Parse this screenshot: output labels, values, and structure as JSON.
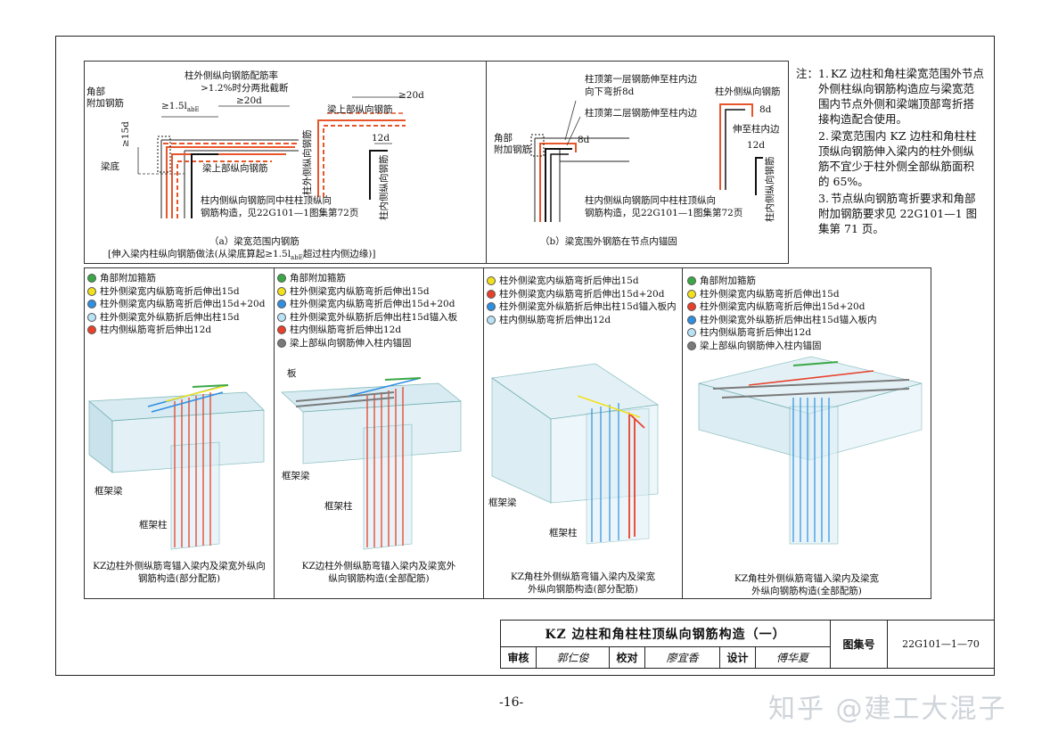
{
  "colors": {
    "green": "#3aa845",
    "yellow": "#f2e01c",
    "blue": "#2f8fe0",
    "lightblue": "#b8e2f5",
    "red": "#e8402a",
    "gray": "#7a7a7a",
    "rebar_red": "#e8552a",
    "concrete": "#cfe6f0"
  },
  "diagram_a": {
    "label_corner_rebar": "角部\n附加钢筋",
    "label_ratio": "柱外侧纵向钢筋配筋率",
    "label_ratio2": ">1.2%时分两批截断",
    "label_dim_lae": "≥1.5l",
    "label_dim_lae_sub": "abE",
    "label_20d": "≥20d",
    "label_beam_bottom": "梁底",
    "label_15d": "≥15d",
    "label_beam_top": "梁上部纵向钢筋",
    "label_inner1": "柱内侧纵向钢筋同中柱柱顶纵向",
    "label_inner2": "钢筋构造，见22G101—1图集第72页",
    "label_beam_top2": "梁上部纵向钢筋",
    "label_20d_2": "≥20d",
    "label_outer": "柱外侧纵向钢筋",
    "label_12d": "12d",
    "label_inner_v": "柱内侧纵向钢筋",
    "caption1": "（a）梁宽范围内钢筋",
    "caption2": "[伸入梁内柱纵向钢筋做法(从梁底算起≥1.5l",
    "caption2_sub": "abE",
    "caption2_tail": "超过柱内侧边缘)]"
  },
  "diagram_b": {
    "label_top1": "柱顶第一层钢筋伸至柱内边",
    "label_top1b": "向下弯折8d",
    "label_top2": "柱顶第二层钢筋伸至柱内边",
    "label_corner": "角部\n附加钢筋",
    "label_8d": "8d",
    "label_outer": "柱外侧纵向钢筋",
    "label_8d_2": "8d",
    "label_to_inner": "伸至柱内边",
    "label_12d": "12d",
    "label_inner_v": "柱内侧纵向钢筋",
    "label_inner1": "柱内侧纵向钢筋同中柱柱顶纵向",
    "label_inner2": "钢筋构造，见22G101—1图集第72页",
    "caption": "（b）梁宽围外钢筋在节点内锚固"
  },
  "notes": {
    "prefix": "注：",
    "items": [
      {
        "num": "1.",
        "text": "KZ 边柱和角柱梁宽范围外节点外侧柱纵向钢筋构造应与梁宽范围内节点外侧和梁端顶部弯折搭接构造配合使用。"
      },
      {
        "num": "2.",
        "text": "梁宽范围内 KZ 边柱和角柱柱顶纵向钢筋伸入梁内的柱外侧纵筋不宜少于柱外侧全部纵筋面积的 65%。"
      },
      {
        "num": "3.",
        "text": "节点纵向钢筋弯折要求和角部附加钢筋要求见 22G101—1 图集第 71 页。"
      }
    ]
  },
  "panels": [
    {
      "legend": [
        {
          "color": "green",
          "text": "角部附加箍筋"
        },
        {
          "color": "yellow",
          "text": "柱外侧梁宽内纵筋弯折后伸出15d"
        },
        {
          "color": "blue",
          "text": "柱外侧梁宽内纵筋弯折后伸出15d+20d"
        },
        {
          "color": "lightblue",
          "text": "柱外侧梁宽外纵筋折后伸出柱15d"
        },
        {
          "color": "red",
          "text": "柱内侧纵筋弯折后伸出12d"
        }
      ],
      "labels": [
        "框架梁",
        "框架柱"
      ],
      "caption1": "KZ边柱外侧纵筋弯锚入梁内及梁宽外纵向",
      "caption2": "钢筋构造(部分配筋)"
    },
    {
      "legend": [
        {
          "color": "green",
          "text": "角部附加箍筋"
        },
        {
          "color": "yellow",
          "text": "柱外侧梁宽内纵筋弯折后伸出15d"
        },
        {
          "color": "blue",
          "text": "柱外侧梁宽内纵筋弯折后伸出15d+20d"
        },
        {
          "color": "lightblue",
          "text": "柱外侧梁宽外纵筋折后伸出柱15d锚入板"
        },
        {
          "color": "red",
          "text": "柱内侧纵筋弯折后伸出12d"
        },
        {
          "color": "gray",
          "text": "梁上部纵向钢筋伸入柱内锚固"
        }
      ],
      "labels": [
        "板",
        "框架梁",
        "框架柱"
      ],
      "caption1": "KZ边柱外侧纵筋弯锚入梁内及梁宽外",
      "caption2": "纵向钢筋构造(全部配筋)"
    },
    {
      "legend": [
        {
          "color": "yellow",
          "text": "柱外侧梁宽内纵筋弯折后伸出15d"
        },
        {
          "color": "red",
          "text": "柱外侧梁宽内纵筋弯折后伸出15d+20d"
        },
        {
          "color": "blue",
          "text": "柱外侧梁宽外纵筋折后伸出柱15d锚入板内"
        },
        {
          "color": "lightblue",
          "text": "柱内侧纵筋弯折后伸出12d"
        }
      ],
      "labels": [
        "框架梁",
        "框架柱"
      ],
      "caption1": "KZ角柱外侧纵筋弯锚入梁内及梁宽",
      "caption2": "外纵向钢筋构造(部分配筋)"
    },
    {
      "legend": [
        {
          "color": "green",
          "text": "角部附加箍筋"
        },
        {
          "color": "yellow",
          "text": "柱外侧梁宽内纵筋弯折后伸出15d"
        },
        {
          "color": "red",
          "text": "柱外侧梁宽内纵筋弯折后伸出15d+20d"
        },
        {
          "color": "blue",
          "text": "柱外侧梁宽外纵筋折后伸出柱15d锚入板内"
        },
        {
          "color": "lightblue",
          "text": "柱内侧纵筋弯折后伸出12d"
        },
        {
          "color": "gray",
          "text": "梁上部纵向钢筋伸入柱内锚固"
        }
      ],
      "labels": [],
      "caption1": "KZ角柱外侧纵筋弯锚入梁内及梁宽",
      "caption2": "外纵向钢筋构造(全部配筋)"
    }
  ],
  "title_block": {
    "title": "KZ 边柱和角柱柱顶纵向钢筋构造（一）",
    "atlas_label": "图集号",
    "atlas_no": "22G101—1—70",
    "review_label": "审核",
    "reviewer": "郭仁俊",
    "check_label": "校对",
    "checker": "廖宜香",
    "design_label": "设计",
    "designer": "傅华夏"
  },
  "page_number": "-16-",
  "watermark": "知乎 @建工大混子"
}
